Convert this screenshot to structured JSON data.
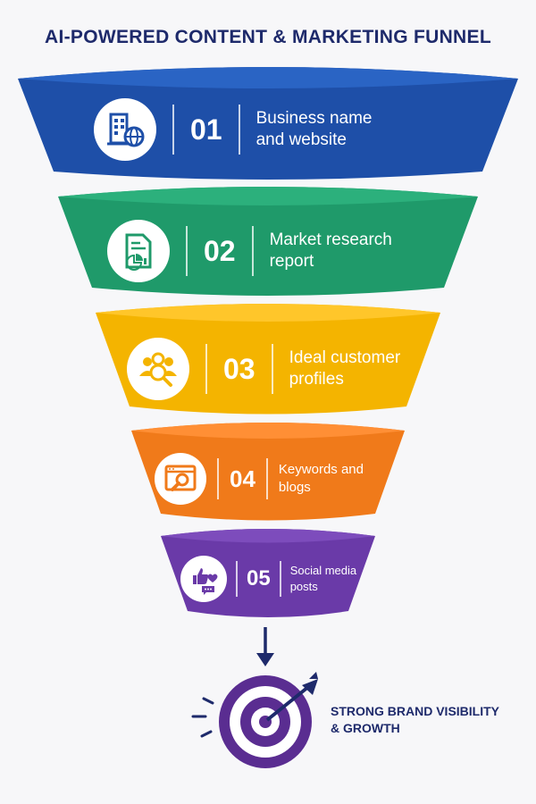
{
  "title": "AI-POWERED CONTENT & MARKETING FUNNEL",
  "stages": [
    {
      "number": "01",
      "label": "Business name and website",
      "icon": "building-globe-icon",
      "color": "#1e4fa8"
    },
    {
      "number": "02",
      "label": "Market research report",
      "icon": "report-chart-icon",
      "color": "#1f9a6a"
    },
    {
      "number": "03",
      "label": "Ideal customer profiles",
      "icon": "people-search-icon",
      "color": "#f4b400"
    },
    {
      "number": "04",
      "label": "Keywords and blogs",
      "icon": "browser-search-icon",
      "color": "#f07a1a"
    },
    {
      "number": "05",
      "label": "Social media posts",
      "icon": "social-icons",
      "color": "#6a3aa8"
    }
  ],
  "outcome": {
    "label": "STRONG BRAND VISIBILITY & GROWTH",
    "icon": "target-arrow-icon",
    "color": "#5a2d91"
  }
}
